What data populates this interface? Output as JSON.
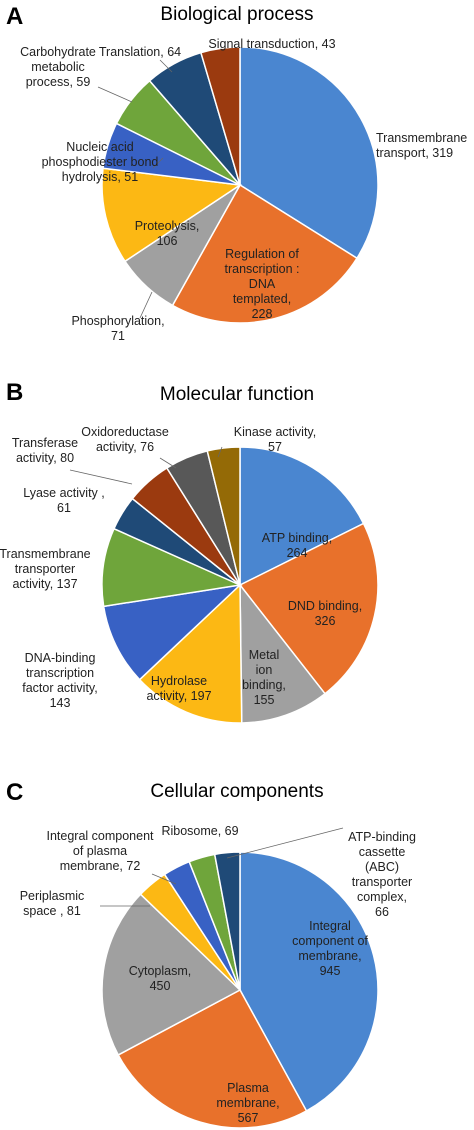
{
  "colors": {
    "blue": "#4a86d0",
    "orange": "#e8712b",
    "gray": "#a0a0a0",
    "yellow": "#fcb814",
    "dark_blue": "#3861c4",
    "green": "#6fa53b",
    "navy": "#1f4a77",
    "brown": "#9b3a0f",
    "dark_gray": "#585858",
    "olive": "#946a06"
  },
  "chart_data": [
    {
      "type": "pie",
      "panel": "A",
      "title": "Biological process",
      "slices": [
        {
          "label": [
            "Transmembrane",
            "transport, 319"
          ],
          "value": 319,
          "color": "#4a86d0"
        },
        {
          "label": [
            "Regulation of",
            "transcription :",
            "DNA",
            "templated,",
            "228"
          ],
          "value": 228,
          "color": "#e8712b"
        },
        {
          "label": [
            "Phosphorylation,",
            "71"
          ],
          "value": 71,
          "color": "#a0a0a0"
        },
        {
          "label": [
            "Proteolysis,",
            "106"
          ],
          "value": 106,
          "color": "#fcb814"
        },
        {
          "label": [
            "Nucleic acid",
            "phosphodiester bond",
            "hydrolysis, 51"
          ],
          "value": 51,
          "color": "#3861c4"
        },
        {
          "label": [
            "Carbohydrate",
            "metabolic",
            "process, 59"
          ],
          "value": 59,
          "color": "#6fa53b"
        },
        {
          "label": [
            "Translation, 64"
          ],
          "value": 64,
          "color": "#1f4a77"
        },
        {
          "label": [
            "Signal transduction, 43"
          ],
          "value": 43,
          "color": "#9b3a0f"
        }
      ]
    },
    {
      "type": "pie",
      "panel": "B",
      "title": "Molecular function",
      "slices": [
        {
          "label": [
            "ATP binding,",
            "264"
          ],
          "value": 264,
          "color": "#4a86d0"
        },
        {
          "label": [
            "DND binding,",
            "326"
          ],
          "value": 326,
          "color": "#e8712b"
        },
        {
          "label": [
            "Metal",
            "ion",
            "binding,",
            "155"
          ],
          "value": 155,
          "color": "#a0a0a0"
        },
        {
          "label": [
            "Hydrolase",
            "activity, 197"
          ],
          "value": 197,
          "color": "#fcb814"
        },
        {
          "label": [
            "DNA-binding",
            "transcription",
            "factor activity,",
            "143"
          ],
          "value": 143,
          "color": "#3861c4"
        },
        {
          "label": [
            "Transmembrane",
            "transporter",
            "activity, 137"
          ],
          "value": 137,
          "color": "#6fa53b"
        },
        {
          "label": [
            "Lyase activity ,",
            "61"
          ],
          "value": 61,
          "color": "#1f4a77"
        },
        {
          "label": [
            "Transferase",
            "activity, 80"
          ],
          "value": 80,
          "color": "#9b3a0f"
        },
        {
          "label": [
            "Oxidoreductase",
            "activity, 76"
          ],
          "value": 76,
          "color": "#585858"
        },
        {
          "label": [
            "Kinase activity,",
            "57"
          ],
          "value": 57,
          "color": "#946a06"
        }
      ]
    },
    {
      "type": "pie",
      "panel": "C",
      "title": "Cellular components",
      "slices": [
        {
          "label": [
            "Integral",
            "component of",
            "membrane,",
            "945"
          ],
          "value": 945,
          "color": "#4a86d0"
        },
        {
          "label": [
            "Plasma",
            "membrane,",
            "567"
          ],
          "value": 567,
          "color": "#e8712b"
        },
        {
          "label": [
            "Cytoplasm,",
            "450"
          ],
          "value": 450,
          "color": "#a0a0a0"
        },
        {
          "label": [
            "Periplasmic",
            "space , 81"
          ],
          "value": 81,
          "color": "#fcb814"
        },
        {
          "label": [
            "Integral component",
            "of plasma",
            "membrane, 72"
          ],
          "value": 72,
          "color": "#3861c4"
        },
        {
          "label": [
            "Ribosome, 69"
          ],
          "value": 69,
          "color": "#6fa53b"
        },
        {
          "label": [
            "ATP-binding",
            "cassette",
            "(ABC)",
            "transporter",
            "complex,",
            "66"
          ],
          "value": 66,
          "color": "#1f4a77"
        }
      ]
    }
  ]
}
